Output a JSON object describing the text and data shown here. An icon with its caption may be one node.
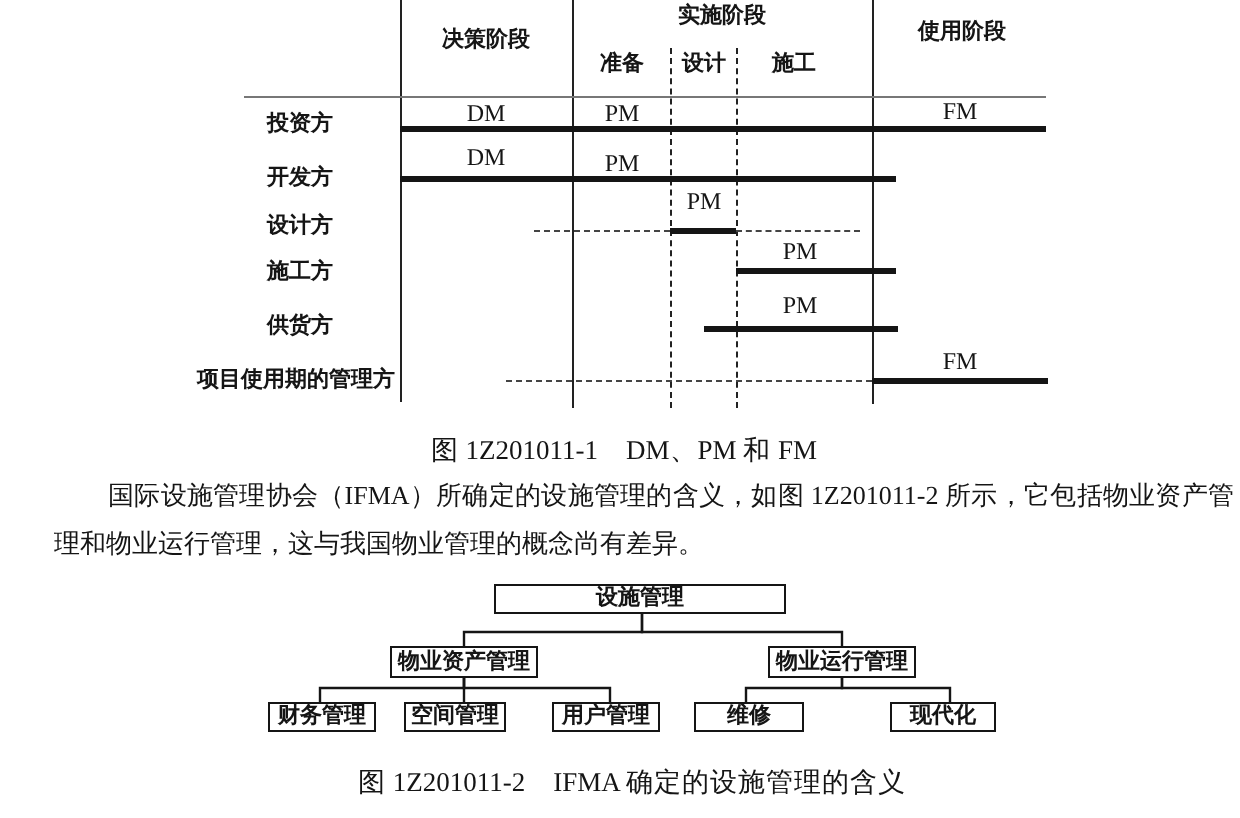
{
  "diagram": {
    "caption": "图 1Z201011-2　IFMA 确定的设施管理的含义",
    "nodes": [
      {
        "text": [
          "设施管理"
        ]
      },
      {
        "text": [
          "物业资产管理"
        ]
      },
      {
        "text": [
          "物业运行管理"
        ]
      },
      {
        "text": [
          "财务管理"
        ]
      },
      {
        "text": [
          "空间管理"
        ]
      },
      {
        "text": [
          "用户管理"
        ]
      },
      {
        "text": [
          "维修"
        ]
      },
      {
        "text": [
          "现代化"
        ]
      }
    ],
    "edges": [
      {
        "from": 0,
        "to": 1,
        "arrow": "none"
      },
      {
        "from": 0,
        "to": 2,
        "arrow": "none"
      },
      {
        "from": 1,
        "to": 3,
        "arrow": "none"
      },
      {
        "from": 1,
        "to": 4,
        "arrow": "none"
      },
      {
        "from": 1,
        "to": 5,
        "arrow": "none"
      },
      {
        "from": 2,
        "to": 6,
        "arrow": "none"
      },
      {
        "from": 2,
        "to": 7,
        "arrow": "none"
      }
    ],
    "labels": [
      "决策阶段",
      "实施阶段",
      "使用阶段",
      "准备",
      "设计",
      "施工",
      "投资方",
      "DM",
      "PM",
      "FM",
      "开发方",
      "DM",
      "PM",
      "设计方",
      "PM",
      "施工方",
      "PM",
      "供货方",
      "PM",
      "项目使用期的管理方",
      "FM",
      "图 1Z201011-1　DM、PM 和 FM",
      "国际设施管理协会（IFMA）所确定的设施管理的含义，如图 1Z201011-2 所示，它包括物业资产管理和物业运行管理，这与我国物业管理的概念尚有差异。"
    ]
  }
}
